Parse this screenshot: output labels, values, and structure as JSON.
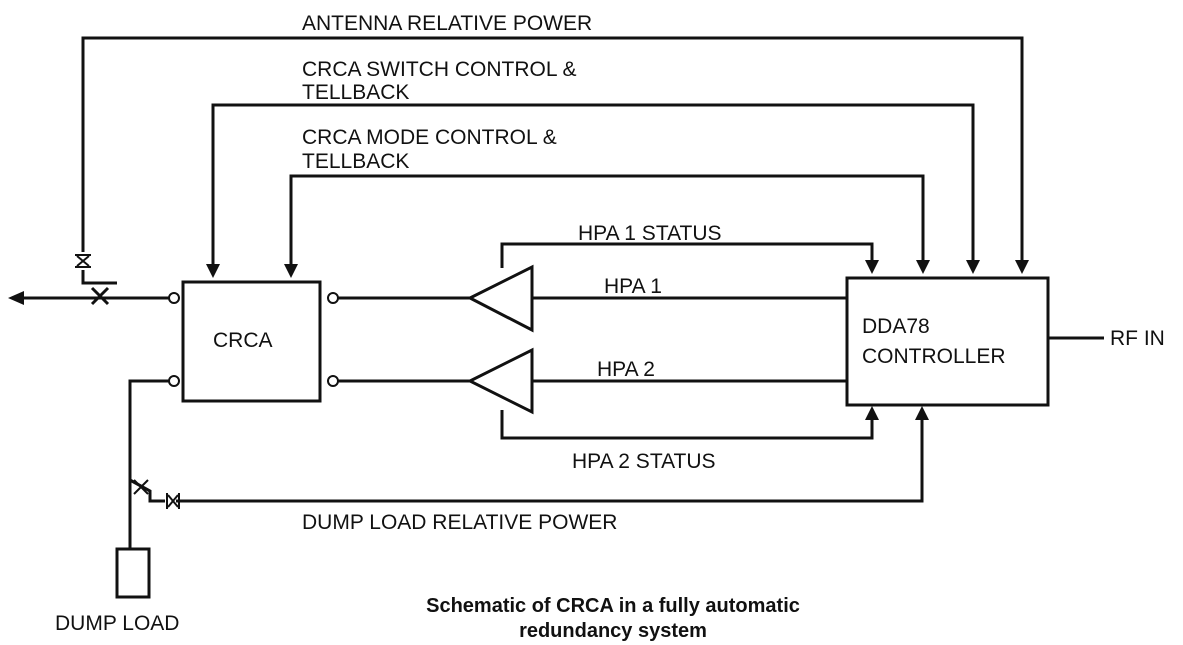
{
  "labels": {
    "antenna_relative_power": "ANTENNA RELATIVE POWER",
    "crca_switch_control_line1": "CRCA SWITCH CONTROL &",
    "crca_switch_control_line2": "TELLBACK",
    "crca_mode_control_line1": "CRCA MODE CONTROL &",
    "crca_mode_control_line2": "TELLBACK",
    "hpa1_status": "HPA 1 STATUS",
    "hpa1": "HPA 1",
    "hpa2": "HPA 2",
    "hpa2_status": "HPA 2 STATUS",
    "crca_block": "CRCA",
    "controller_line1": "DDA78",
    "controller_line2": "CONTROLLER",
    "rf_in": "RF IN",
    "dump_load_relative_power": "DUMP LOAD RELATIVE POWER",
    "dump_load": "DUMP LOAD"
  },
  "caption": {
    "line1": "Schematic of CRCA in a fully automatic",
    "line2": "redundancy system"
  },
  "colors": {
    "line": "#111111",
    "background": "#ffffff"
  }
}
